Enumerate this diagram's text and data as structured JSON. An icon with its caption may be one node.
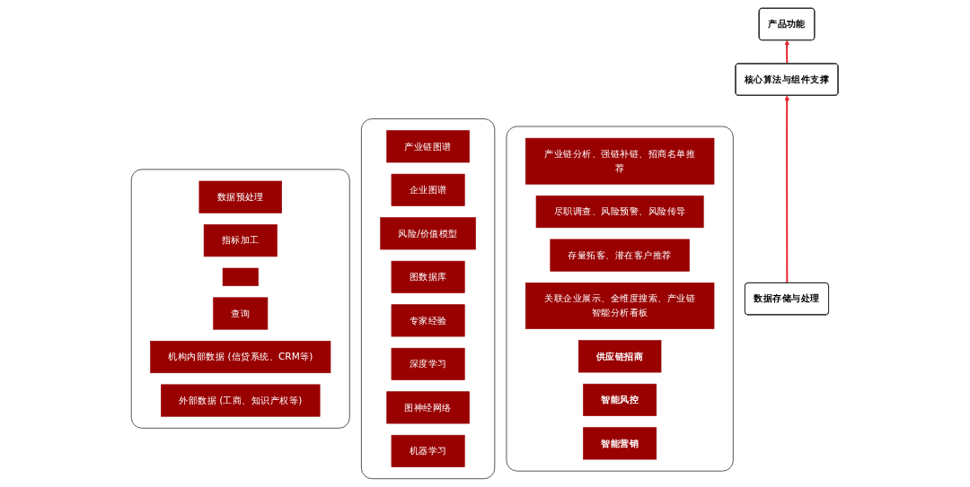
{
  "diagram": {
    "nodes": [
      {
        "text": [],
        "shape": "box"
      },
      {
        "text": [
          "产业链分析、强链补链、招商名单推荐"
        ],
        "in": 0
      },
      {
        "text": [
          "尽职调查、风险预警、风险传导"
        ],
        "in": 0
      },
      {
        "text": [
          "存量拓客、潜在客户推荐"
        ],
        "in": 0
      },
      {
        "text": [
          "关联企业展示、全维度搜索、产业链智能分析看板"
        ],
        "in": 0
      },
      {
        "text": [
          "供应链招商"
        ],
        "in": 0
      },
      {
        "text": [
          "智能风控"
        ],
        "in": 0
      },
      {
        "text": [
          "智能营销"
        ],
        "in": 0
      },
      {
        "text": [],
        "shape": "box"
      },
      {
        "text": [
          "产业链图谱"
        ],
        "in": 8
      },
      {
        "text": [
          "企业图谱"
        ],
        "in": 8
      },
      {
        "text": [
          "风险/价值模型"
        ],
        "in": 8
      },
      {
        "text": [
          "图数据库"
        ],
        "in": 8
      },
      {
        "text": [
          "专家经验"
        ],
        "in": 8
      },
      {
        "text": [
          "深度学习"
        ],
        "in": 8
      },
      {
        "text": [
          "图神经网络"
        ],
        "in": 8
      },
      {
        "text": [
          "机器学习"
        ],
        "in": 8
      },
      {
        "text": [],
        "shape": "box"
      },
      {
        "text": [
          "数据预处理"
        ],
        "in": 17
      },
      {
        "text": [
          "指标加工"
        ],
        "in": 17
      },
      {
        "text": [],
        "shape": "box",
        "in": 17
      },
      {
        "text": [
          "查询"
        ],
        "in": 17
      },
      {
        "text": [
          "机构内部数据 (信贷系统、CRM等)"
        ],
        "in": 17
      },
      {
        "text": [
          "外部数据 (工商、知识产权等)"
        ],
        "in": 17
      },
      {
        "text": [
          "产品功能"
        ]
      },
      {
        "text": [
          "核心算法与组件支撑"
        ]
      },
      {
        "text": [
          "数据存储与处理"
        ]
      }
    ],
    "edges": [
      {
        "from": 26,
        "to": 25,
        "arrow": "to",
        "color": "#e8242a"
      },
      {
        "from": 25,
        "to": 24,
        "arrow": "to",
        "color": "#e8242a"
      }
    ]
  }
}
